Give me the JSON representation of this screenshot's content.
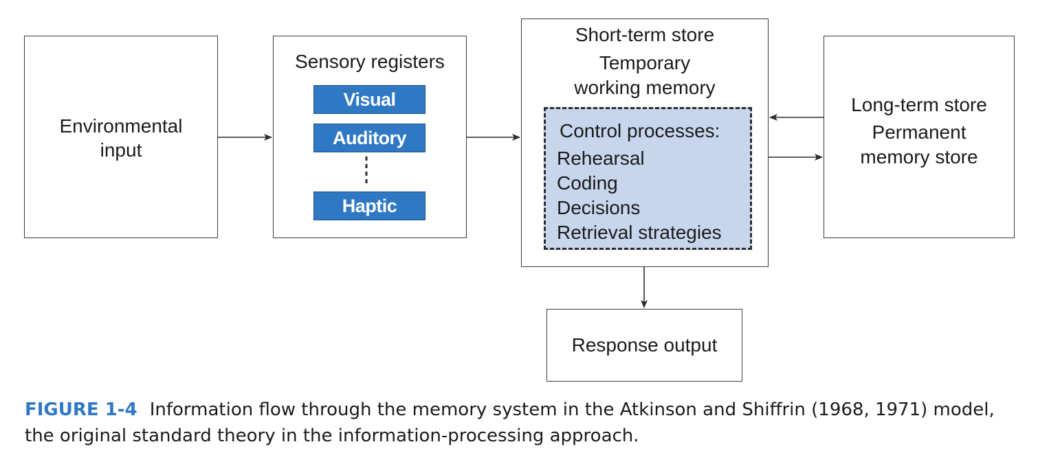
{
  "environmental_input": {
    "line1": "Environmental",
    "line2": "input"
  },
  "sensory_registers": {
    "title": "Sensory registers",
    "items": [
      "Visual",
      "Auditory",
      "Haptic"
    ]
  },
  "short_term_store": {
    "title": "Short-term store",
    "line2": "Temporary",
    "line3": "working memory",
    "control": {
      "title": "Control processes:",
      "items": [
        "Rehearsal",
        "Coding",
        "Decisions",
        "Retrieval strategies"
      ]
    }
  },
  "long_term_store": {
    "line1": "Long-term store",
    "line2": "Permanent",
    "line3": "memory store"
  },
  "response_output": {
    "label": "Response output"
  },
  "caption": {
    "label": "FIGURE 1-4",
    "text": "Information flow through the memory system in the Atkinson and Shiffrin (1968, 1971) model, the original standard theory in the information-processing approach."
  }
}
